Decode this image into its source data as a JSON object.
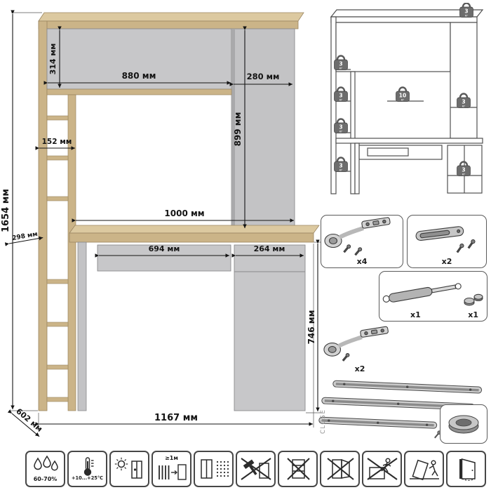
{
  "dims": {
    "total_height": "1654 мм",
    "hutch_inner_height": "314 мм",
    "hutch_width": "880 мм",
    "right_depth": "280 мм",
    "right_height": "899 мм",
    "shelf_depth": "152 мм",
    "desk_opening_width": "1000 мм",
    "desk_left_depth": "298 мм",
    "drawer_width": "694 мм",
    "pedestal_width": "264 мм",
    "under_desk_height": "746 мм",
    "desk_depth": "602 мм",
    "total_width": "1167 мм"
  },
  "load": {
    "unit": "кг",
    "weights": [
      {
        "value": "3"
      },
      {
        "value": "3"
      },
      {
        "value": "3"
      },
      {
        "value": "3"
      },
      {
        "value": "3"
      },
      {
        "value": "10"
      },
      {
        "value": "3"
      },
      {
        "value": "3"
      }
    ]
  },
  "hardware": {
    "hinge_a_qty": "x4",
    "damper_qty": "x2",
    "gas_lift_qty": "x1",
    "feet_qty": "x1",
    "hinge_b_qty": "x2",
    "slides_label": "CLOSE"
  },
  "care": {
    "tiles": [
      {
        "name": "humidity",
        "label": "60-70%"
      },
      {
        "name": "temperature",
        "label": "+10...+25°C"
      },
      {
        "name": "no-direct-sunlight",
        "label": ""
      },
      {
        "name": "heat-distance",
        "label": "≥1м"
      },
      {
        "name": "ventilation",
        "label": ""
      },
      {
        "name": "no-impact",
        "label": ""
      },
      {
        "name": "no-overload",
        "label": ""
      },
      {
        "name": "no-lean-on-doors",
        "label": ""
      },
      {
        "name": "no-climbing",
        "label": ""
      },
      {
        "name": "tip-over-hazard",
        "label": ""
      },
      {
        "name": "keep-doors-closed",
        "label": ""
      }
    ]
  }
}
